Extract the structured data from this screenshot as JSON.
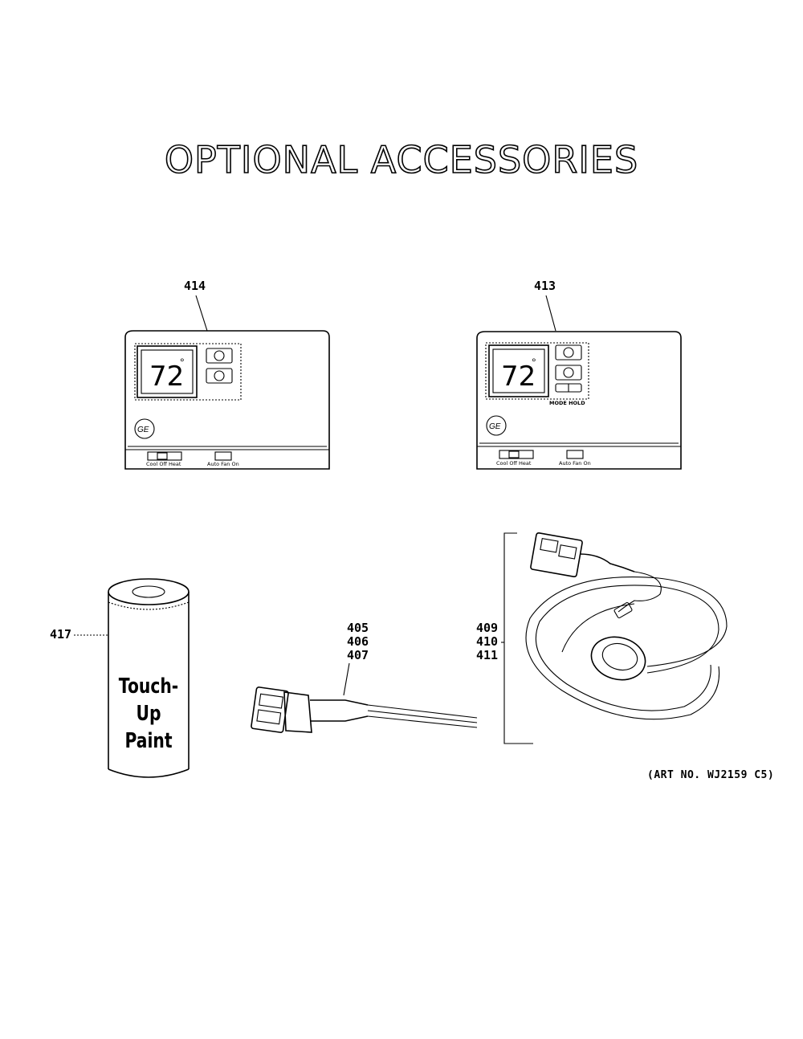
{
  "title": "OPTIONAL ACCESSORIES",
  "art_number": "(ART NO. WJ2159 C5)",
  "callouts": {
    "thermostat_basic": "414",
    "thermostat_hold": "413",
    "paint": "417",
    "harness_a": [
      "405",
      "406",
      "407"
    ],
    "harness_b": [
      "409",
      "410",
      "411"
    ]
  },
  "thermostat_basic": {
    "display": "72",
    "degree": "°",
    "switch_left_label": "Cool Off Heat",
    "switch_right_label": "Auto Fan On",
    "logo": "GE"
  },
  "thermostat_hold": {
    "display": "72",
    "degree": "°",
    "button_label": "MODE HOLD",
    "switch_left_label": "Cool Off Heat",
    "switch_right_label": "Auto Fan On",
    "logo": "GE"
  },
  "paint_can": {
    "line1": "Touch-Up",
    "line2": "Paint"
  }
}
